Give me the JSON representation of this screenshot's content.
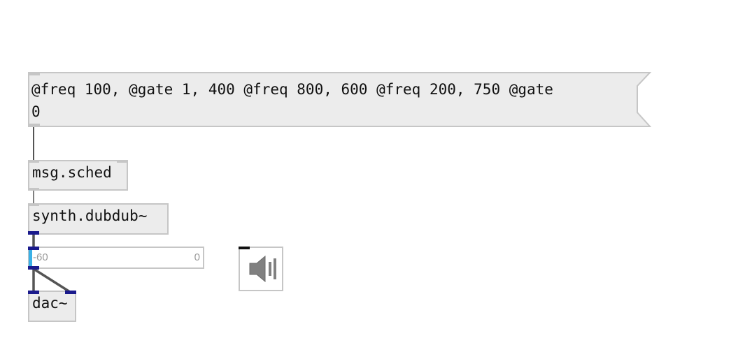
{
  "patch": {
    "message": {
      "line1": "@freq 100, @gate 1, 400 @freq 800, 600 @freq 200, 750 @gate",
      "line2": "0"
    },
    "objects": {
      "sched": "msg.sched",
      "synth": "synth.dubdub~",
      "dac": "dac~"
    },
    "slider": {
      "min_label": "-60",
      "max_label": "0",
      "value": -60
    },
    "speaker": {
      "icon": "speaker-icon"
    }
  }
}
